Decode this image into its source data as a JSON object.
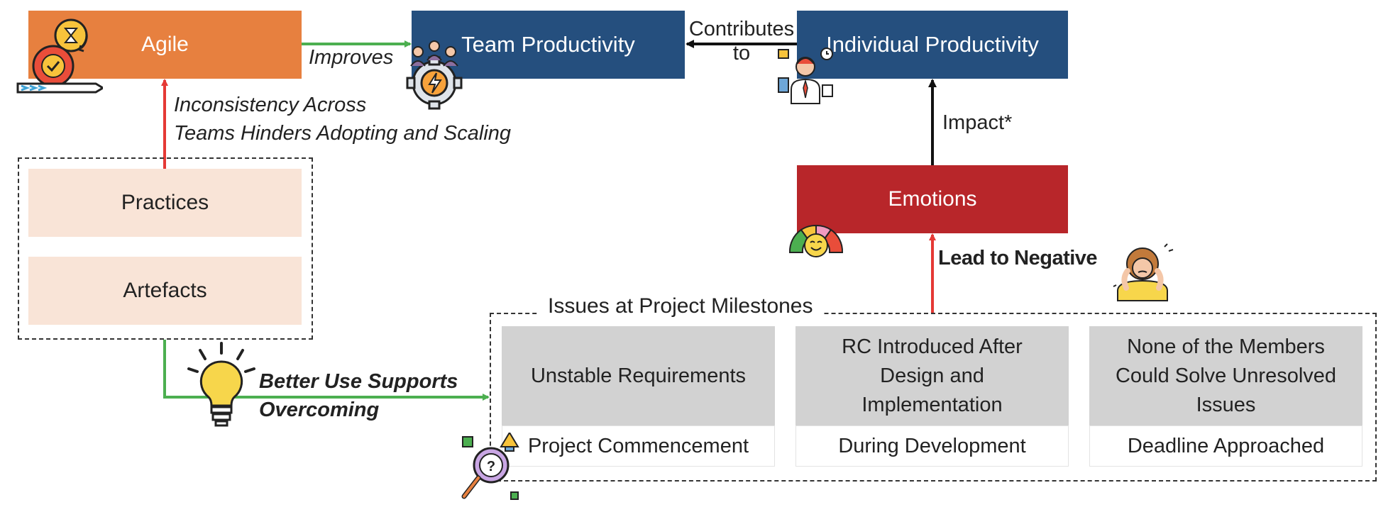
{
  "nodes": {
    "agile": "Agile",
    "team_productivity": "Team Productivity",
    "individual_productivity": "Individual Productivity",
    "emotions": "Emotions",
    "practices": "Practices",
    "artefacts": "Artefacts"
  },
  "edges": {
    "improves": "Improves",
    "contributes_line1": "Contributes",
    "contributes_line2": "to",
    "impact": "Impact*",
    "inconsistency_line1": "Inconsistency Across",
    "inconsistency_line2": "Teams Hinders Adopting and Scaling",
    "better_use_line1": "Better Use Supports",
    "better_use_line2": "Overcoming",
    "lead_to_negative": "Lead to Negative"
  },
  "issues_group": {
    "title": "Issues at Project Milestones",
    "items": [
      {
        "issue_lines": [
          "Unstable Requirements"
        ],
        "phase": "Project Commencement"
      },
      {
        "issue_lines": [
          "RC Introduced After",
          "Design and",
          "Implementation"
        ],
        "phase": "During Development"
      },
      {
        "issue_lines": [
          "None of the Members",
          "Could Solve Unresolved",
          "Issues"
        ],
        "phase": "Deadline Approached"
      }
    ]
  },
  "colors": {
    "agile": "#E7803F",
    "productivity": "#254F7E",
    "emotions": "#B8262A",
    "peach": "#F9E4D7",
    "issue_grey": "#D2D2D2",
    "positive_arrow": "#4CAF50",
    "negative_arrow": "#E53935",
    "neutral_arrow": "#111111"
  },
  "icons": {
    "agile": "agile-cycle-icon",
    "team": "team-gear-icon",
    "individual": "multitasking-person-icon",
    "emotions": "emotion-gauge-icon",
    "stress": "stressed-person-icon",
    "idea": "lightbulb-icon",
    "search": "magnifier-question-icon"
  }
}
